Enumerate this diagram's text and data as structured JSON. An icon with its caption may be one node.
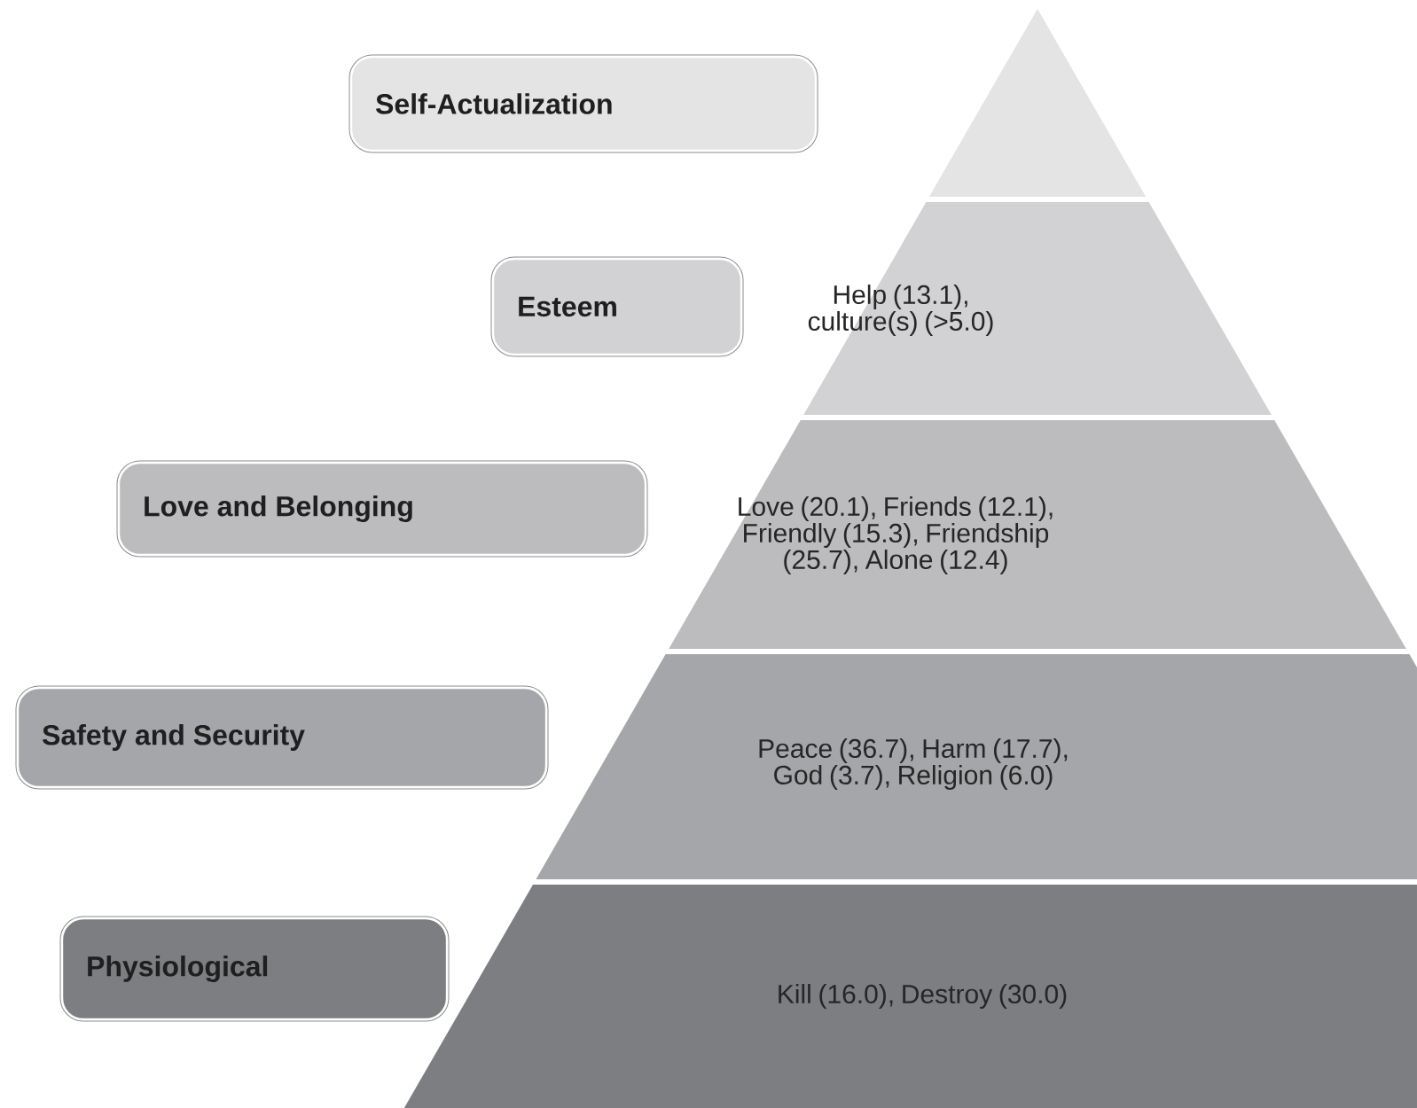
{
  "diagram": {
    "nodes": [
      {
        "text": [
          "Self-Actualization"
        ]
      },
      {
        "text": [],
        "shape": "triangle"
      },
      {
        "text": [
          "Esteem"
        ]
      },
      {
        "text": [
          "Help (13.1), culture(s) (>5.0)"
        ]
      },
      {
        "text": [
          "Love and Belonging"
        ]
      },
      {
        "text": [
          "Love (20.1), Friends (12.1), Friendly (15.3), Friendship (25.7), Alone (12.4)"
        ]
      },
      {
        "text": [
          "Safety and Security"
        ]
      },
      {
        "text": [
          "Peace (36.7), Harm (17.7), God (3.7), Religion (6.0)"
        ]
      },
      {
        "text": [
          "Physiological"
        ]
      },
      {
        "text": [
          "Kill (16.0), Destroy (30.0)"
        ]
      }
    ]
  }
}
